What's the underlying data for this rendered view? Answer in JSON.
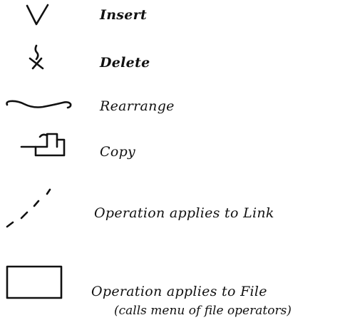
{
  "legend": {
    "items": [
      {
        "symbol": "insert-v-mark",
        "label": "Insert"
      },
      {
        "symbol": "delete-mark",
        "label": "Delete"
      },
      {
        "symbol": "rearrange-tilde",
        "label": "Rearrange"
      },
      {
        "symbol": "copy-mark",
        "label": "Copy"
      },
      {
        "symbol": "dashed-line",
        "label": "Operation applies to Link"
      },
      {
        "symbol": "rectangle",
        "label": "Operation applies to File",
        "sublabel": "(calls menu of file operators)"
      }
    ]
  }
}
